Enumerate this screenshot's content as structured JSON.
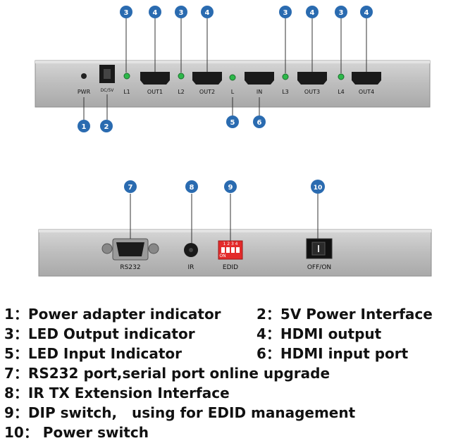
{
  "front_panel": {
    "labels": {
      "pwr": "PWR",
      "dc": "DC/5V",
      "l1": "L1",
      "out1": "OUT1",
      "l2": "L2",
      "out2": "OUT2",
      "l": "L",
      "in": "IN",
      "l3": "L3",
      "out3": "OUT3",
      "l4": "L4",
      "out4": "OUT4"
    }
  },
  "rear_panel": {
    "labels": {
      "rs232": "RS232",
      "ir": "IR",
      "edid": "EDID",
      "dip_digits": "1 2 3 4",
      "dip_on": "ON",
      "power": "OFF/ON"
    }
  },
  "callouts": {
    "c1": "1",
    "c2": "2",
    "c3": "3",
    "c4": "4",
    "c5": "5",
    "c6": "6",
    "c7": "7",
    "c8": "8",
    "c9": "9",
    "c10": "10"
  },
  "colors": {
    "badge": "#2a6bb0",
    "panel": "#b9b9b9",
    "led": "#2db84a",
    "dip": "#e32b2b"
  },
  "legend": [
    {
      "num": "1：",
      "text": "Power adapter indicator"
    },
    {
      "num": "2：",
      "text": "5V Power Interface"
    },
    {
      "num": "3：",
      "text": "LED Output indicator"
    },
    {
      "num": "4：",
      "text": "HDMI output"
    },
    {
      "num": "5：",
      "text": "LED Input Indicator"
    },
    {
      "num": "6：",
      "text": "HDMI input port"
    },
    {
      "num": "7：",
      "text": "RS232 port,serial port online upgrade"
    },
    {
      "num": "8：",
      "text": "IR TX Extension Interface"
    },
    {
      "num": "9：",
      "text": "DIP switch,   using for EDID management"
    },
    {
      "num": "10：",
      "text": " Power switch"
    }
  ]
}
